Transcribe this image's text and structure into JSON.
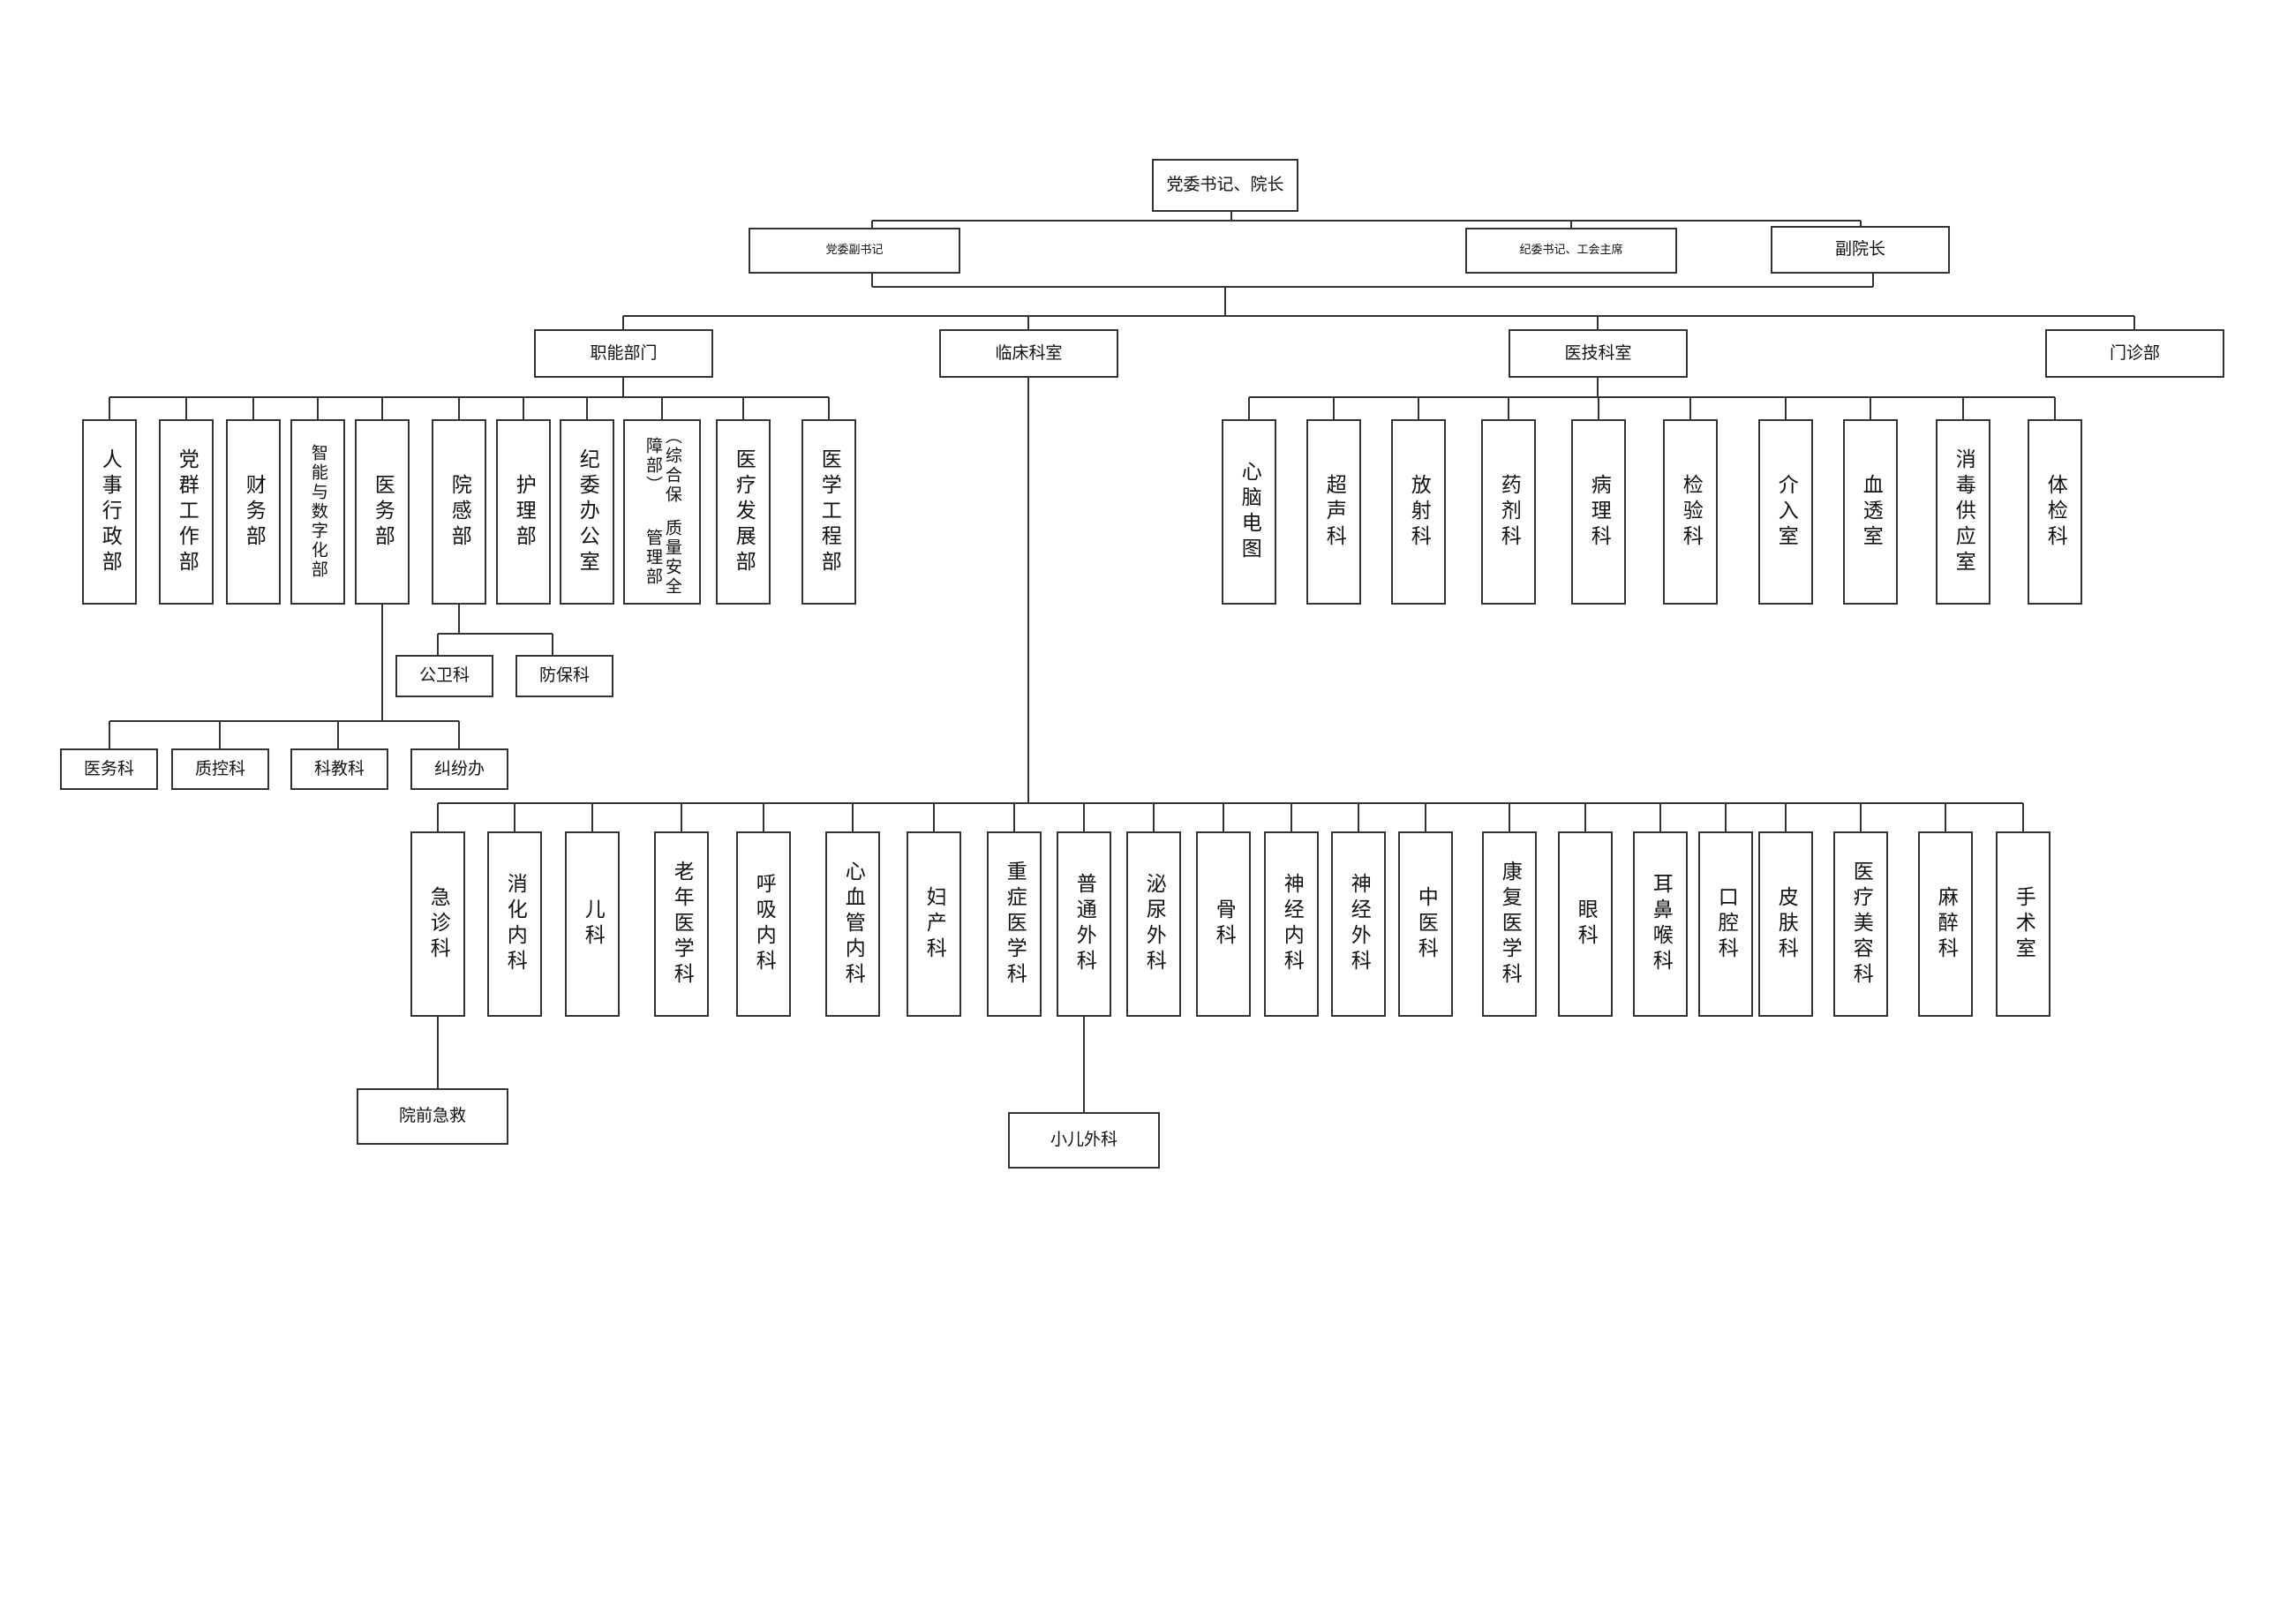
{
  "nodes": {
    "root": "党委书记、院长",
    "vice_party": "党委副书记",
    "discipline": "纪委书记、工会主席",
    "vice_president": "副院长",
    "functional": "职能部门",
    "clinical": "临床科室",
    "medtech": "医技科室",
    "outpatient": "门诊部",
    "f1": "人事行政部",
    "f2": "党群工作部",
    "f3": "财务部",
    "f4": "智能与数字化部",
    "f5": "医务部",
    "f6": "院感部",
    "f7": "护理部",
    "f8": "纪委办公室",
    "f9a": "质量安全管理部",
    "f9b": "（综合保障部）",
    "f10": "医疗发展部",
    "f11": "医学工程部",
    "f6a": "公卫科",
    "f6b": "防保科",
    "f5a": "医务科",
    "f5b": "质控科",
    "f5c": "科教科",
    "f5d": "纠纷办",
    "m1": "心脑电图",
    "m2": "超声科",
    "m3": "放射科",
    "m4": "药剂科",
    "m5": "病理科",
    "m6": "检验科",
    "m7": "介入室",
    "m8": "血透室",
    "m9": "消毒供应室",
    "m10": "体检科",
    "c1": "急诊科",
    "c2": "消化内科",
    "c3": "儿科",
    "c4": "老年医学科",
    "c5": "呼吸内科",
    "c6": "心血管内科",
    "c7": "妇产科",
    "c8": "重症医学科",
    "c9": "普通外科",
    "c10": "泌尿外科",
    "c11": "骨科",
    "c12": "神经内科",
    "c13": "神经外科",
    "c14": "中医科",
    "c15": "康复医学科",
    "c16": "眼科",
    "c17": "耳鼻喉科",
    "c18": "口腔科",
    "c19": "皮肤科",
    "c20": "医疗美容科",
    "c21": "麻醉科",
    "c22": "手术室",
    "c1a": "院前急救",
    "c9a": "小儿外科"
  }
}
